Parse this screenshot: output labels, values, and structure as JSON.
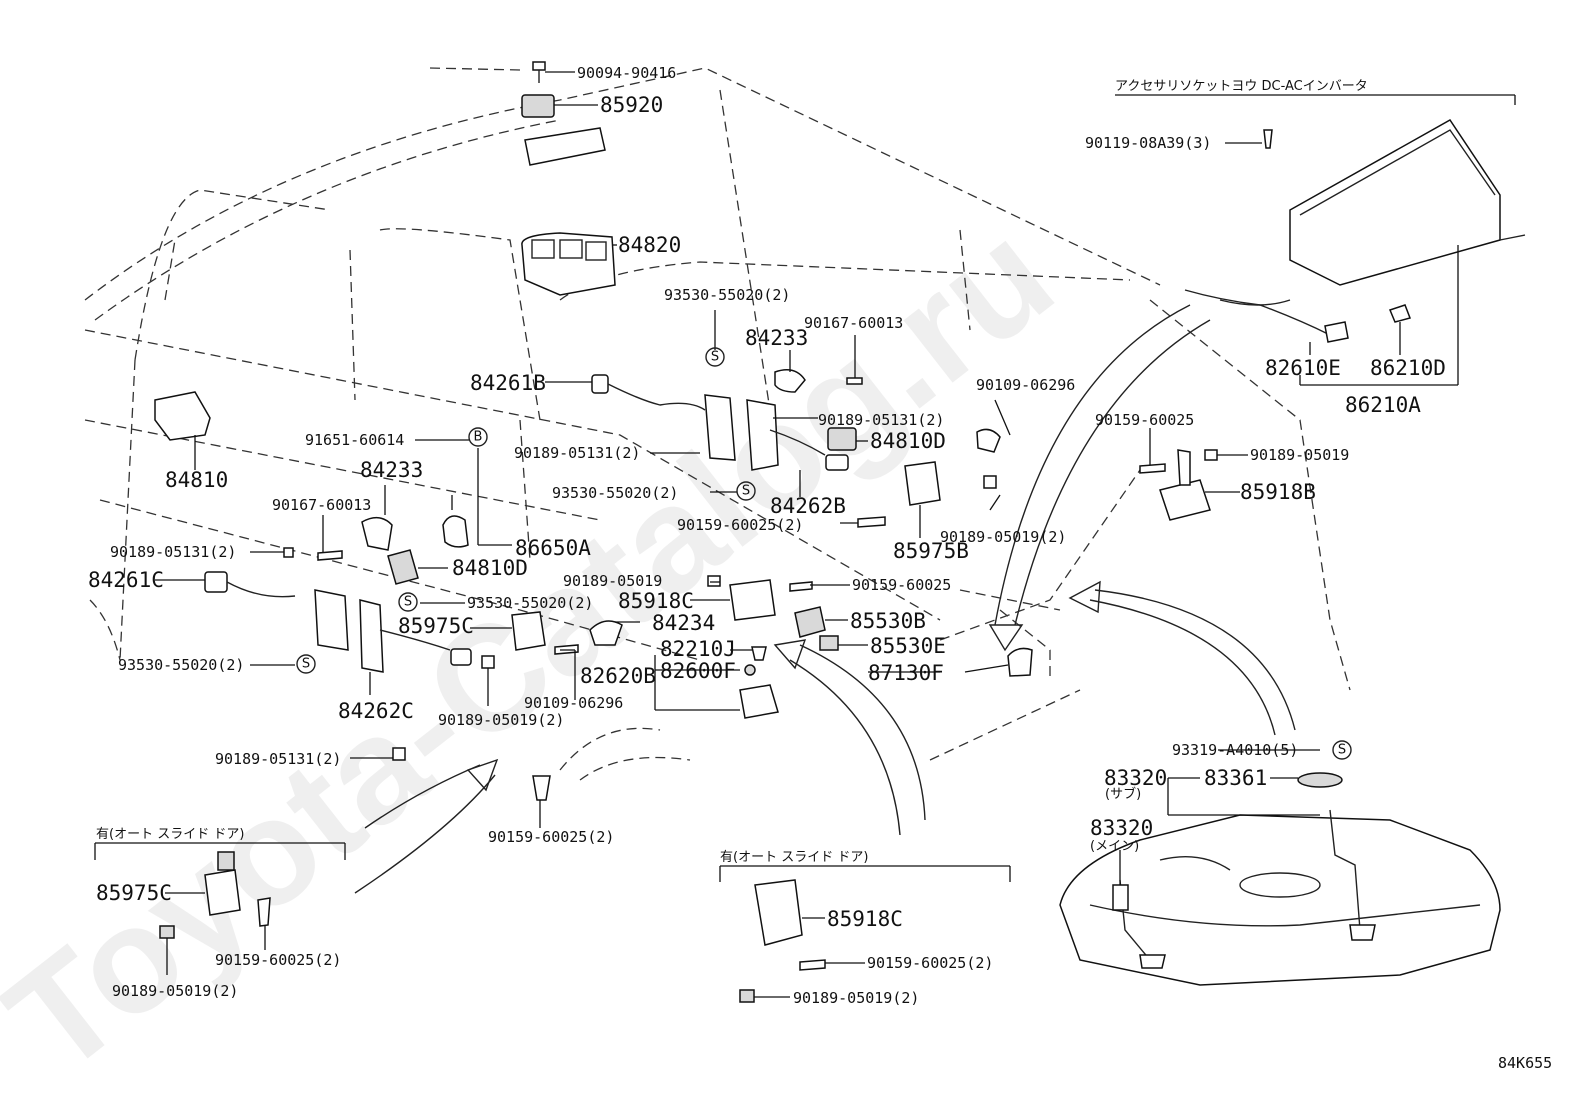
{
  "watermark": "Toyota-Catalog.ru",
  "figure_code": "84K655",
  "captions": {
    "inverter_group": "アクセサリソケットヨウ DC-ACインバータ",
    "auto_slide_left": "有(オート スライド ドア)",
    "auto_slide_center": "有(オート スライド ドア)",
    "sub_note": "(サブ)",
    "main_note": "(メイン)"
  },
  "symbols": {
    "s": "S",
    "b": "B"
  },
  "parts": {
    "p90094_90416": "90094-90416",
    "p85920": "85920",
    "p84820": "84820",
    "p93530_55020_top": "93530-55020(2)",
    "p84233_top": "84233",
    "p90167_60013_top": "90167-60013",
    "p84261B": "84261B",
    "p90189_05131_a": "90189-05131(2)",
    "p91651_60614": "91651-60614",
    "p90189_05131_b": "90189-05131(2)",
    "p84810D_right": "84810D",
    "p90109_06296_top": "90109-06296",
    "p84262B": "84262B",
    "p93530_55020_mid": "93530-55020(2)",
    "p84810": "84810",
    "p84233_left": "84233",
    "p90167_60013_left": "90167-60013",
    "p90189_05131_c": "90189-05131(2)",
    "p84261C": "84261C",
    "p86650A": "86650A",
    "p84810D_left": "84810D",
    "p93530_55020_left": "93530-55020(2)",
    "p85975C_mid": "85975C",
    "p93530_55020_bl": "93530-55020(2)",
    "p84262C": "84262C",
    "p90189_05019_a": "90189-05019(2)",
    "p90189_05131_d": "90189-05131(2)",
    "p90159_60025_2a": "90159-60025(2)",
    "p85975B": "85975B",
    "p90189_05019_b": "90189-05019(2)",
    "p90189_05019_c": "90189-05019",
    "p90159_60025_a": "90159-60025",
    "p85918C_mid": "85918C",
    "p84234": "84234",
    "p85530B": "85530B",
    "p82210J": "82210J",
    "p85530E": "85530E",
    "p82620B": "82620B",
    "p82600F": "82600F",
    "p87130F": "87130F",
    "p90109_06296_low": "90109-06296",
    "p90159_60025_2b": "90159-60025(2)",
    "p90119_08A39": "90119-08A39(3)",
    "p82610E": "82610E",
    "p86210D": "86210D",
    "p86210A": "86210A",
    "p90159_60025_b": "90159-60025",
    "p90189_05019_d": "90189-05019",
    "p85918B": "85918B",
    "p93319_A4010": "93319-A4010(5)",
    "p83320_sub": "83320",
    "p83361": "83361",
    "p83320_main": "83320",
    "p85975C_bl": "85975C",
    "p90159_60025_2c": "90159-60025(2)",
    "p90189_05019_e": "90189-05019(2)",
    "p85918C_bc": "85918C",
    "p90159_60025_2d": "90159-60025(2)",
    "p90189_05019_f": "90189-05019(2)"
  }
}
